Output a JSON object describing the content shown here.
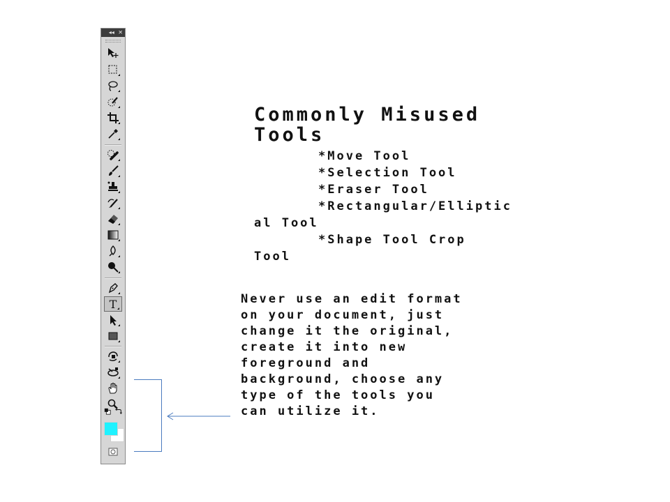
{
  "toolbar": {
    "header_controls": [
      "◂◂",
      "✕"
    ],
    "tools": [
      {
        "name": "move-tool",
        "icon": "move-icon"
      },
      {
        "name": "rectangular-marquee-tool",
        "icon": "marquee-icon"
      },
      {
        "name": "lasso-tool",
        "icon": "lasso-icon"
      },
      {
        "name": "quick-selection-tool",
        "icon": "quick-selection-icon"
      },
      {
        "name": "crop-tool",
        "icon": "crop-icon"
      },
      {
        "name": "eyedropper-tool",
        "icon": "eyedropper-icon"
      },
      {
        "name": "spot-healing-brush-tool",
        "icon": "bandage-icon"
      },
      {
        "name": "brush-tool",
        "icon": "brush-icon"
      },
      {
        "name": "clone-stamp-tool",
        "icon": "stamp-icon"
      },
      {
        "name": "history-brush-tool",
        "icon": "history-brush-icon"
      },
      {
        "name": "eraser-tool",
        "icon": "eraser-icon"
      },
      {
        "name": "gradient-tool",
        "icon": "gradient-icon"
      },
      {
        "name": "blur-tool",
        "icon": "blur-icon"
      },
      {
        "name": "dodge-tool",
        "icon": "dodge-icon"
      },
      {
        "name": "pen-tool",
        "icon": "pen-icon"
      },
      {
        "name": "type-tool",
        "icon": "type-icon",
        "label": "T",
        "active": true
      },
      {
        "name": "path-selection-tool",
        "icon": "arrow-icon"
      },
      {
        "name": "rectangle-tool",
        "icon": "rectangle-icon"
      },
      {
        "name": "3d-rotate-tool",
        "icon": "3d-rotate-icon"
      },
      {
        "name": "3d-orbit-tool",
        "icon": "3d-orbit-icon"
      },
      {
        "name": "hand-tool",
        "icon": "hand-icon"
      },
      {
        "name": "zoom-tool",
        "icon": "zoom-icon"
      }
    ],
    "foreground_color": "#1ff2ff",
    "background_color": "#ffffff"
  },
  "slide": {
    "heading_line1": "Commonly Misused",
    "heading_line2": "Tools",
    "list": [
      "*Move Tool",
      "*Selection Tool",
      "*Eraser Tool",
      "*Rectangular/Elliptic",
      "*Shape Tool Crop",
      "Tool"
    ],
    "list_continuation": "al Tool",
    "description_lines": [
      "Never use an edit format",
      "on your document, just",
      "change it the original,",
      "create it into new",
      "foreground and",
      "background, choose any",
      "type of the tools you",
      "can utilize it."
    ]
  },
  "colors": {
    "accent_line": "#4a7bbf"
  }
}
